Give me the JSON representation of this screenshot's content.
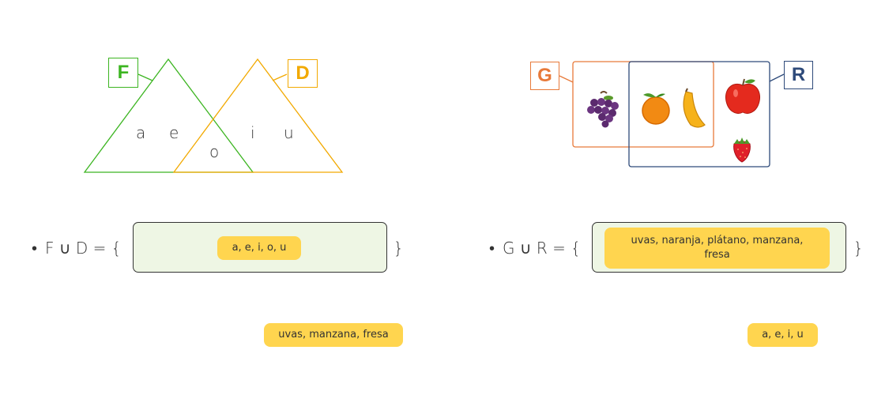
{
  "diagram_left": {
    "set1_name": "F",
    "set2_name": "D",
    "set1_color": "#3cb521",
    "set2_color": "#f2a900",
    "elements": {
      "a": "a",
      "e": "e",
      "o": "o",
      "i": "i",
      "u": "u"
    }
  },
  "diagram_right": {
    "set1_name": "G",
    "set2_name": "R",
    "set1_color": "#e87a3a",
    "set2_color": "#2e4a7a",
    "fruits": [
      "grapes-icon",
      "orange-icon",
      "banana-icon",
      "apple-icon",
      "strawberry-icon"
    ]
  },
  "question_left": {
    "bullet": "•",
    "expression": "F ∪ D = {",
    "close_brace": "}",
    "answer_chip": "a, e, i, o, u"
  },
  "question_right": {
    "bullet": "•",
    "expression": "G ∪ R = {",
    "close_brace": "}",
    "answer_chip": "uvas, naranja, plátano, manzana, fresa"
  },
  "options": {
    "chip_left": "uvas, manzana, fresa",
    "chip_right": "a, e, i, u"
  },
  "colors": {
    "chip_bg": "#ffd54f",
    "dropzone_bg": "#eef6e4"
  }
}
